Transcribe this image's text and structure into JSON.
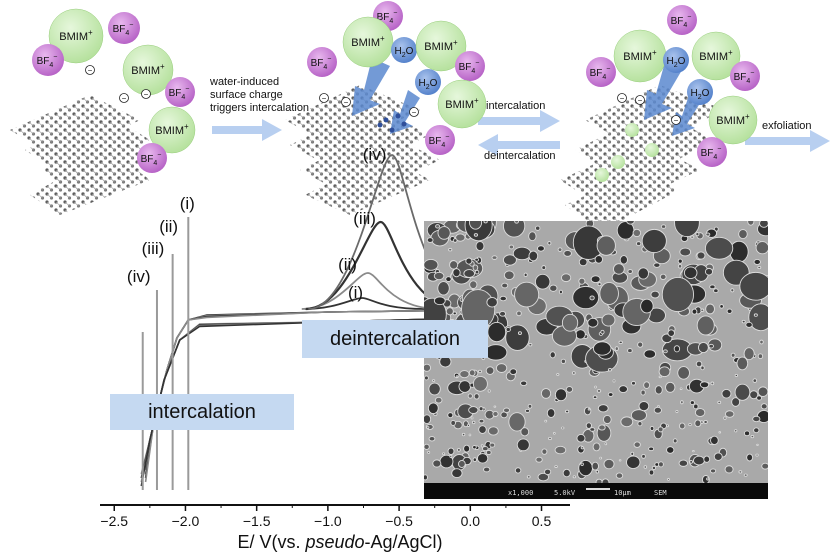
{
  "chart_data": {
    "type": "line",
    "xlabel_prefix": "E/ V(vs. ",
    "xlabel_italic": "pseudo",
    "xlabel_suffix": "-Ag/AgCl)",
    "xlim": [
      -2.6,
      0.7
    ],
    "x_ticks": [
      "-2.5",
      "-2.0",
      "-1.5",
      "-1.0",
      "-0.5",
      "0.0",
      "0.5"
    ],
    "series_labels": [
      "(i)",
      "(ii)",
      "(iii)",
      "(iv)"
    ],
    "intercalation_potentials": [
      -1.98,
      -2.09,
      -2.2,
      -2.3
    ],
    "peak_potentials": [
      -0.76,
      -0.72,
      -0.63,
      -0.55
    ],
    "colors": {
      "curve": "#333333",
      "curve_light": "#8a8a8a",
      "box": "#c5d9f1",
      "arrow": "#b8cff0"
    }
  },
  "annotations": {
    "intercalation": "intercalation",
    "deintercalation": "deintercalation"
  },
  "schematic": {
    "cation": "BMIM",
    "anion": "BF",
    "anion_sub": "4",
    "water_H": "H",
    "water_sub": "2",
    "water_O": "O",
    "minus": "−",
    "plus": "+",
    "step1_line1": "water-induced",
    "step1_line2": "surface charge",
    "step1_line3": "triggers intercalation",
    "step2_forward": "intercalation",
    "step2_reverse": "deintercalation",
    "step3": "exfoliation"
  },
  "sem": {
    "magnification": "x1,000",
    "voltage": "5.0kV",
    "scale": "10μm",
    "mode": "SEM"
  }
}
